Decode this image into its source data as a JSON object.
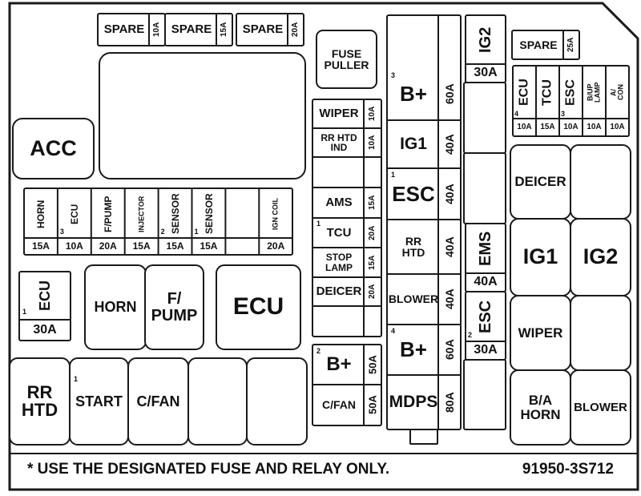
{
  "fuses_top": [
    {
      "name": "SPARE",
      "rating": "10A"
    },
    {
      "name": "SPARE",
      "rating": "15A"
    },
    {
      "name": "SPARE",
      "rating": "20A"
    }
  ],
  "fuse_puller": "FUSE\nPULLER",
  "acc": "ACC",
  "mini_fuses": [
    {
      "name": "HORN",
      "rating": "15A",
      "num": ""
    },
    {
      "name": "ECU",
      "rating": "10A",
      "num": "3"
    },
    {
      "name": "F/PUMP",
      "rating": "20A",
      "num": ""
    },
    {
      "name": "INJECTOR",
      "rating": "15A",
      "num": ""
    },
    {
      "name": "SENSOR",
      "rating": "15A",
      "num": "2"
    },
    {
      "name": "SENSOR",
      "rating": "15A",
      "num": "1"
    },
    {
      "name": "",
      "rating": "",
      "num": ""
    },
    {
      "name": "IGN COIL",
      "rating": "20A",
      "num": ""
    }
  ],
  "ecu_fuse": {
    "name": "ECU",
    "rating": "30A",
    "num": "1"
  },
  "relays_mid": [
    "HORN",
    "F/\nPUMP",
    "ECU"
  ],
  "relays_bottom": [
    {
      "name": "RR\nHTD",
      "num": ""
    },
    {
      "name": "START",
      "num": "1"
    },
    {
      "name": "C/FAN",
      "num": ""
    },
    {
      "name": "",
      "num": ""
    },
    {
      "name": "",
      "num": ""
    }
  ],
  "col1_fuses": [
    {
      "name": "WIPER",
      "rating": "10A",
      "num": ""
    },
    {
      "name": "RR HTD\nIND",
      "rating": "10A",
      "num": ""
    },
    {
      "name": "",
      "rating": "",
      "num": ""
    },
    {
      "name": "AMS",
      "rating": "15A",
      "num": ""
    },
    {
      "name": "TCU",
      "rating": "20A",
      "num": "1"
    },
    {
      "name": "STOP\nLAMP",
      "rating": "15A",
      "num": ""
    },
    {
      "name": "DEICER",
      "rating": "20A",
      "num": ""
    },
    {
      "name": "",
      "rating": "",
      "num": ""
    }
  ],
  "col1_bottom": [
    {
      "name": "B+",
      "rating": "50A",
      "num": "2"
    },
    {
      "name": "C/FAN",
      "rating": "50A",
      "num": ""
    }
  ],
  "col2_fuses": [
    {
      "name": "B+",
      "rating": "60A",
      "num": "3"
    },
    {
      "name": "IG1",
      "rating": "40A",
      "num": ""
    },
    {
      "name": "ESC",
      "rating": "40A",
      "num": "1"
    },
    {
      "name": "RR\nHTD",
      "rating": "40A",
      "num": ""
    },
    {
      "name": "BLOWER",
      "rating": "40A",
      "num": ""
    },
    {
      "name": "B+",
      "rating": "60A",
      "num": "4"
    },
    {
      "name": "MDPS",
      "rating": "80A",
      "num": ""
    }
  ],
  "col3": {
    "ig2": {
      "name": "IG2",
      "rating": "30A"
    },
    "ems": {
      "name": "EMS",
      "rating": "40A"
    },
    "esc": {
      "name": "ESC",
      "rating": "30A",
      "num": "2"
    }
  },
  "right_spare": {
    "name": "SPARE",
    "rating": "25A"
  },
  "right_mini": [
    {
      "name": "ECU",
      "rating": "10A",
      "num": "4"
    },
    {
      "name": "TCU",
      "rating": "15A",
      "num": ""
    },
    {
      "name": "ESC",
      "rating": "10A",
      "num": "3"
    },
    {
      "name": "B/UP\nLAMP",
      "rating": "10A",
      "num": ""
    },
    {
      "name": "A/\nCON",
      "rating": "10A",
      "num": ""
    }
  ],
  "right_relays": [
    "DEICER",
    "",
    "IG1",
    "IG2",
    "WIPER",
    "",
    "B/A\nHORN",
    "BLOWER"
  ],
  "footer": {
    "note": "* USE THE DESIGNATED FUSE AND RELAY ONLY.",
    "part": "91950-3S712"
  }
}
